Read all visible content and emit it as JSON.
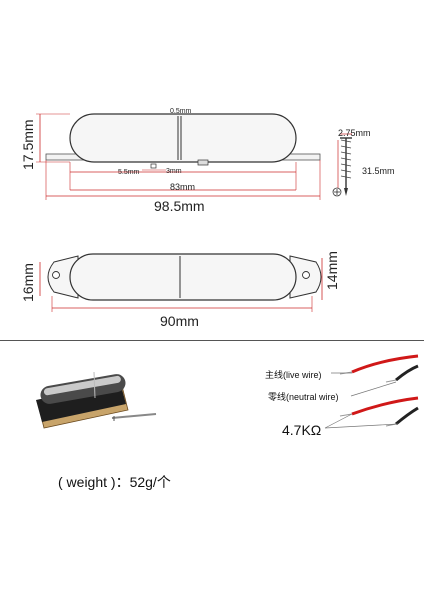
{
  "top_view": {
    "width_label": "17.5mm",
    "gap_label": "0.5mm",
    "pole_spacing_label": "5.5mm",
    "slot_label": "3mm",
    "body_length_label": "83mm",
    "total_length_label": "98.5mm",
    "screw_diameter_label": "2.75mm",
    "screw_length_label": "31.5mm"
  },
  "bottom_view": {
    "left_height_label": "16mm",
    "right_height_label": "14mm",
    "length_label": "90mm"
  },
  "wiring": {
    "live_label": "主线(live wire)",
    "neutral_label": "零线(neutral wire)",
    "resistance_label": "4.7KΩ",
    "colors": {
      "live": "#d01818",
      "neutral": "#222222",
      "leader": "#777777"
    }
  },
  "weight_text": "( weight )：52g/个"
}
